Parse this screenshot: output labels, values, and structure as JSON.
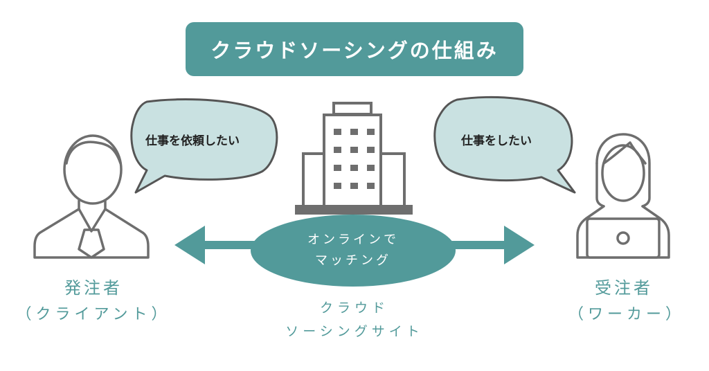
{
  "title": "クラウドソーシングの仕組み",
  "client": {
    "speech": "仕事を依頼したい",
    "role": "発注者",
    "role_sub": "（クライアント）"
  },
  "worker": {
    "speech": "仕事をしたい",
    "role": "受注者",
    "role_sub": "（ワーカー）"
  },
  "matching": {
    "line1": "オンラインで",
    "line2": "マッチング"
  },
  "platform": {
    "line1": "クラウド",
    "line2": "ソーシングサイト"
  },
  "colors": {
    "accent": "#529a9a",
    "bubble_fill": "#c9e1e1",
    "icon_stroke": "#6e6e6e"
  }
}
